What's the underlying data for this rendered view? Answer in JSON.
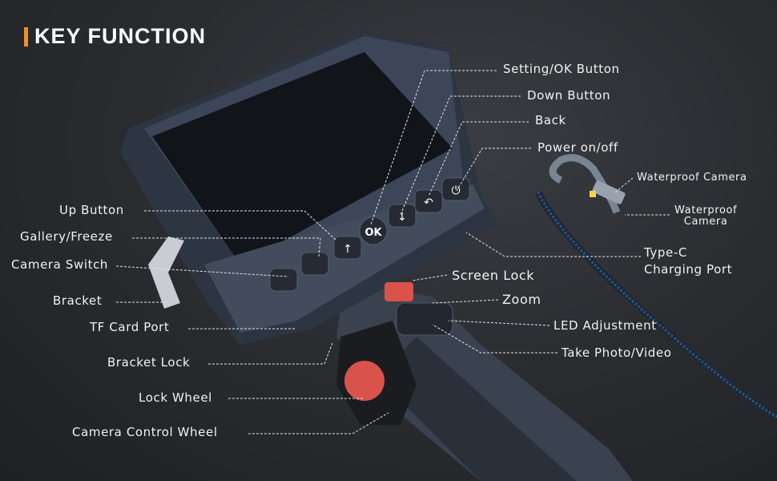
{
  "title": "KEY FUNCTION",
  "colors": {
    "accent": "#f0902a",
    "background": "#2b2d31",
    "lock_red": "#d9534a"
  },
  "labels": {
    "setting_ok": "Setting/OK Button",
    "down": "Down Button",
    "back": "Back",
    "power": "Power on/off",
    "waterproof_camera_1": "Waterproof Camera",
    "waterproof_camera_2a": "Waterproof",
    "waterproof_camera_2b": "Camera",
    "typec_a": "Type-C",
    "typec_b": "Charging Port",
    "screen_lock": "Screen Lock",
    "zoom": "Zoom",
    "led": "LED Adjustment",
    "photo_video": "Take Photo/Video",
    "up": "Up Button",
    "gallery": "Gallery/Freeze",
    "camera_switch": "Camera Switch",
    "bracket": "Bracket",
    "tf_card": "TF Card Port",
    "bracket_lock": "Bracket Lock",
    "lock_wheel": "Lock Wheel",
    "control_wheel": "Camera Control Wheel"
  },
  "buttons": {
    "ok": "OK"
  }
}
